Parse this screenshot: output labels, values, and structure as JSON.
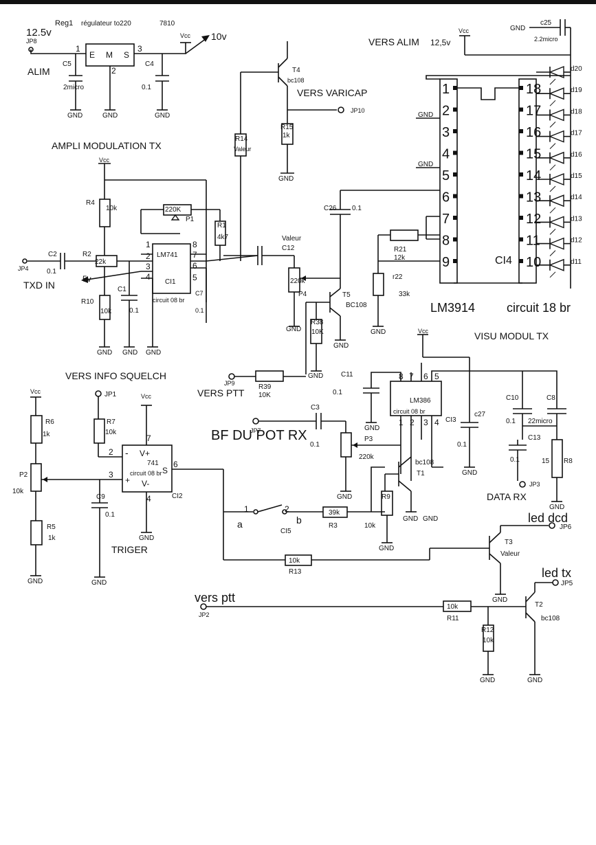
{
  "header": {
    "v12": "12.5v",
    "jp8": "JP8",
    "reg1": "Reg1",
    "reg_desc": "régulateur to220",
    "reg_ref": "7810",
    "alim": "ALIM",
    "vcc": "Vcc",
    "v10": "10v",
    "reg_e": "E",
    "reg_m": "M",
    "reg_s": "S",
    "p1": "1",
    "p2": "2",
    "p3": "3",
    "c5": "C5",
    "c5v": "2micro",
    "c4": "C4",
    "c4v": "0.1",
    "gnd": "GND"
  },
  "varicap": {
    "t4": "T4",
    "t4v": "bc108",
    "title": "VERS VARICAP",
    "jp10": "JP10",
    "r15": "R15",
    "r15v": "1k",
    "r14": "R14",
    "r14v": "Valeur"
  },
  "ampli": {
    "title": "AMPLI MODULATION TX",
    "r4": "R4",
    "r4v": "10k",
    "p1v": "220K",
    "p1": "P1",
    "r1": "R1",
    "r1v": "4k7",
    "c12": "C12",
    "c12v": "Valeur",
    "ic": "LM741",
    "ic_id": "CI1",
    "ic_pkg": "circuit 08 br",
    "jp4": "JP4",
    "c2": "C2",
    "c2v": "0.1",
    "r2": "R2",
    "r2v": "22k",
    "txd": "TXD IN",
    "v5": "5v",
    "r10": "R10",
    "r10v": "10k",
    "c1": "C1",
    "c1v": "0.1",
    "c7": "C7",
    "c7v": "0.1",
    "pins": [
      "1",
      "2",
      "3",
      "4",
      "8",
      "7",
      "6",
      "5"
    ]
  },
  "bargraph": {
    "title": "VERS ALIM",
    "v": "12,5v",
    "c25": "c25",
    "c25v": "2.2micro",
    "ic": "LM3914",
    "ic_id": "CI4",
    "pkg": "circuit 18 br",
    "c26": "C26",
    "c26v": "0.1",
    "r21": "R21",
    "r21v": "12k",
    "r22": "r22",
    "r22v": "33k",
    "left_pins": [
      "1",
      "2",
      "3",
      "4",
      "5",
      "6",
      "7",
      "8",
      "9"
    ],
    "right_pins": [
      "18",
      "17",
      "16",
      "15",
      "14",
      "13",
      "12",
      "11",
      "10"
    ],
    "leds": [
      "d20",
      "d19",
      "d18",
      "d17",
      "d16",
      "d15",
      "d14",
      "d13",
      "d12",
      "d11"
    ]
  },
  "ptt": {
    "p4": "P4",
    "p4v": "220k",
    "t5": "T5",
    "t5v": "BC108",
    "r38": "R38",
    "r38v": "10K",
    "jp9": "JP9",
    "label": "VERS PTT",
    "r39": "R39",
    "r39v": "10K"
  },
  "visu": {
    "title": "VISU MODUL TX",
    "c11": "C11",
    "c11v": "0.1",
    "ic": "LM386",
    "ic_pkg": "circuit 08 br",
    "ci3": "CI3",
    "c27": "c27",
    "c27v": "0.1",
    "c10": "C10",
    "c10v": "0.1",
    "c8": "C8",
    "c8v": "22micro",
    "c13": "C13",
    "c13v": "0.1",
    "r8": "R8",
    "r8v": "15",
    "jp3": "JP3",
    "data": "DATA RX",
    "top_pins": [
      "8",
      "7",
      "6",
      "5"
    ],
    "bot_pins": [
      "1",
      "2",
      "3",
      "4"
    ]
  },
  "bf": {
    "label": "BF DU POT RX",
    "jp7": "JP7",
    "c3": "C3",
    "c3v": "0.1",
    "p3": "P3",
    "p3v": "220k",
    "t1": "T1",
    "t1v": "bc108",
    "r9": "R9",
    "r9v": "10k",
    "r3": "R3",
    "r3v": "39k"
  },
  "squelch": {
    "title": "VERS INFO SQUELCH",
    "r6": "R6",
    "r6v": "1k",
    "p2": "P2",
    "p2v": "10k",
    "r5": "R5",
    "r5v": "1k",
    "jp1": "JP1",
    "r7": "R7",
    "r7v": "10k",
    "ic": "741",
    "ic_pkg": "circuit 08 br",
    "ic_id": "CI2",
    "vplus": "V+",
    "vminus": "V-",
    "minus": "-",
    "plus": "+",
    "s": "S",
    "pin2": "2",
    "pin3": "3",
    "pin4": "4",
    "pin6": "6",
    "pin7": "7",
    "c9": "C9",
    "c9v": "0.1",
    "triger": "TRIGER"
  },
  "switch": {
    "p1": "1",
    "p2": "2",
    "a": "a",
    "b": "b",
    "ci5": "CI5",
    "r13": "R13",
    "r13v": "10k"
  },
  "leds": {
    "dcd": "led dcd",
    "jp6": "JP6",
    "t3": "T3",
    "t3v": "Valeur",
    "tx": "led tx",
    "jp5": "JP5",
    "vers_ptt": "vers ptt",
    "jp2": "JP2",
    "r11": "R11",
    "r11v": "10k",
    "r12": "R12",
    "r12v": "10k",
    "t2": "T2",
    "t2v": "bc108"
  }
}
